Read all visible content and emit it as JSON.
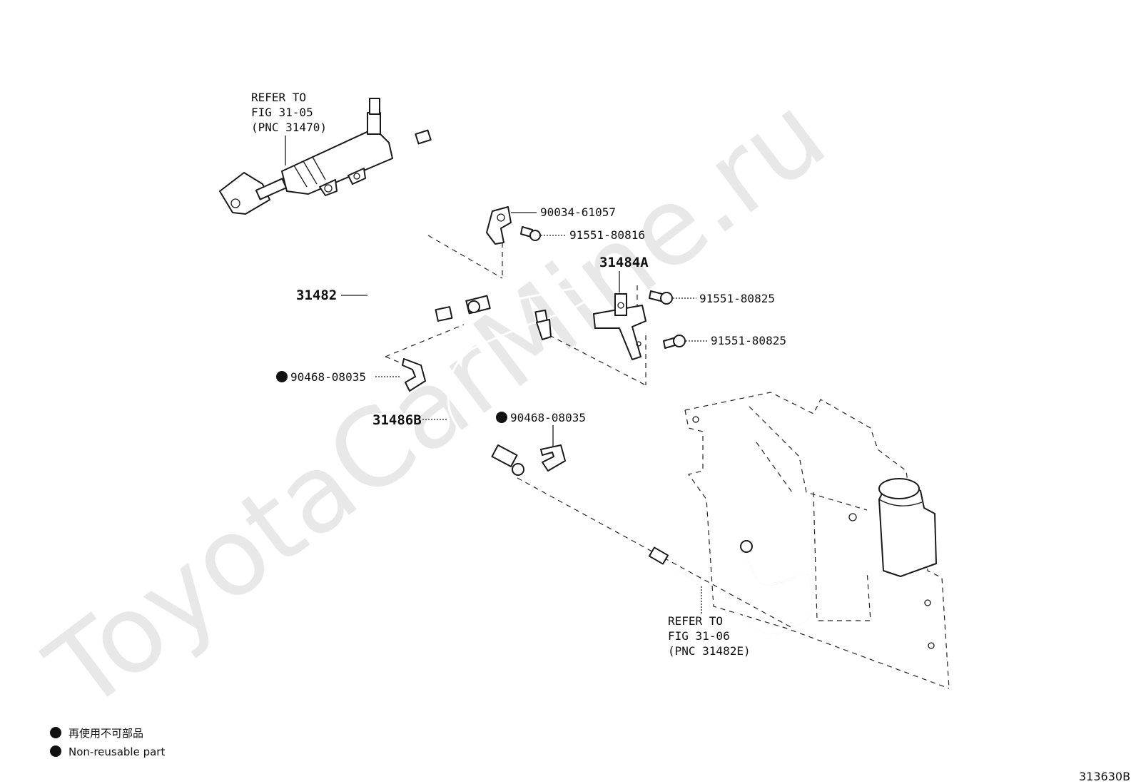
{
  "watermark": "ToyotaCarMine.ru",
  "references": {
    "master_cylinder": [
      "REFER TO",
      "FIG 31-05",
      "(PNC 31470)"
    ],
    "release_tube": [
      "REFER TO",
      "FIG 31-06",
      "(PNC 31482E)"
    ]
  },
  "parts": {
    "p90034": "90034-61057",
    "p91551a": "91551-80816",
    "p31484a": "31484A",
    "p91551b": "91551-80825",
    "p91551c": "91551-80825",
    "p31482": "31482",
    "p90468a": "90468-08035",
    "p31486b": "31486B",
    "p90468b": "90468-08035"
  },
  "legend": {
    "ja": "再使用不可部品",
    "en": "Non-reusable part"
  },
  "figure_number": "313630B"
}
